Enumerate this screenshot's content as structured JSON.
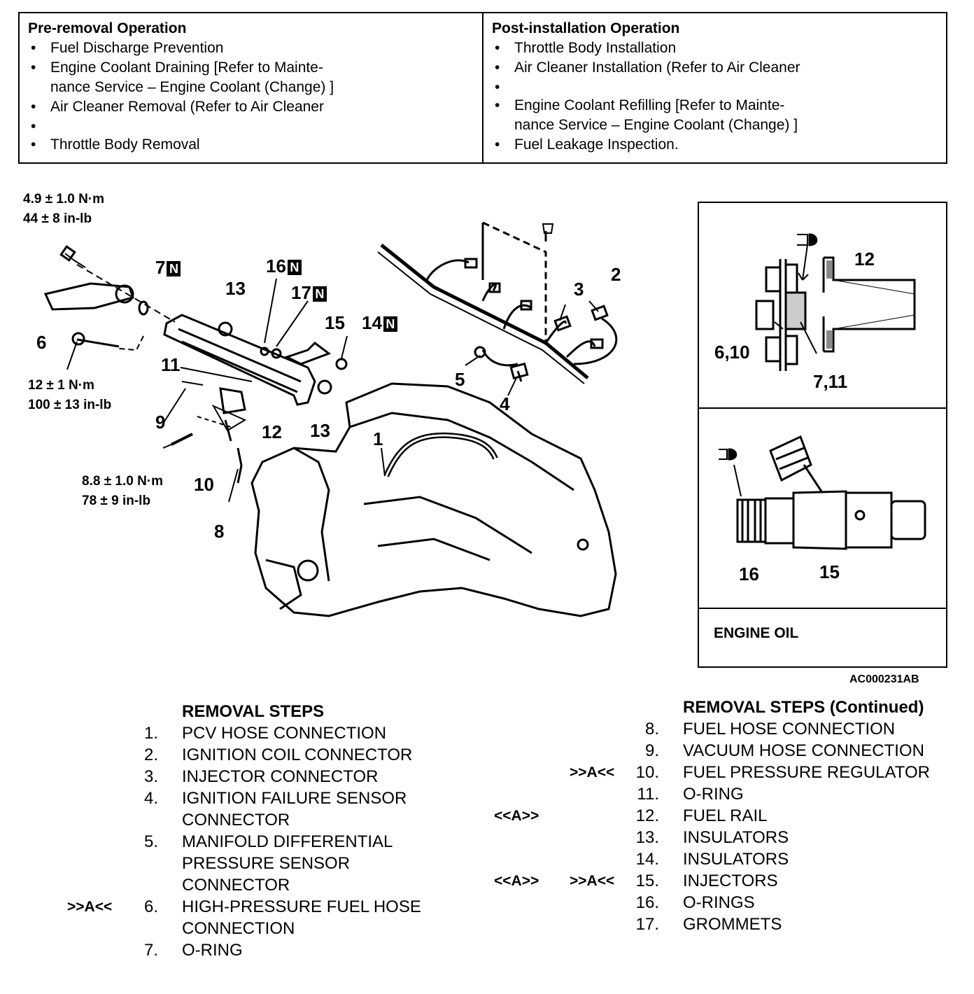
{
  "pre_removal": {
    "title": "Pre-removal Operation",
    "items": [
      "Fuel Discharge Prevention",
      "Engine Coolant Draining [Refer to Mainte-",
      "nance Service – Engine Coolant (Change) ]",
      "Air Cleaner Removal (Refer to  Air Cleaner",
      "Throttle Body Removal"
    ]
  },
  "post_installation": {
    "title": "Post-installation Operation",
    "items": [
      "Throttle Body Installation",
      "Air Cleaner Installation (Refer to Air Cleaner",
      "Engine Coolant Refilling [Refer to Mainte-",
      "nance Service – Engine Coolant (Change) ]",
      "Fuel Leakage Inspection."
    ]
  },
  "torques": {
    "t1": [
      "4.9 ± 1.0 N·m",
      "44 ± 8 in-lb"
    ],
    "t2": [
      "12 ± 1 N·m",
      "100 ± 13 in-lb"
    ],
    "t3": [
      "8.8 ± 1.0 N·m",
      "78 ± 9 in-lb"
    ]
  },
  "callouts": {
    "c1": "1",
    "c2": "2",
    "c3": "3",
    "c4": "4",
    "c5": "5",
    "c6": "6",
    "c7": "7",
    "c8": "8",
    "c9": "9",
    "c10": "10",
    "c11": "11",
    "c12": "12",
    "c13a": "13",
    "c13b": "13",
    "c14": "14",
    "c15": "15",
    "c16": "16",
    "c17": "17",
    "n_tag": "N"
  },
  "detail": {
    "top_labels": [
      "12",
      "6,10",
      "7,11"
    ],
    "bottom_labels": [
      "16",
      "15"
    ],
    "legend": "ENGINE OIL"
  },
  "figure_code": "AC000231AB",
  "removal_steps": {
    "title": "REMOVAL STEPS",
    "rows": [
      {
        "num": "1.",
        "text": "PCV HOSE CONNECTION",
        "mark": ""
      },
      {
        "num": "2.",
        "text": "IGNITION COIL CONNECTOR",
        "mark": ""
      },
      {
        "num": "3.",
        "text": "INJECTOR CONNECTOR",
        "mark": ""
      },
      {
        "num": "4.",
        "text": "IGNITION FAILURE SENSOR",
        "mark": ""
      },
      {
        "num": "",
        "text": "CONNECTOR",
        "mark": ""
      },
      {
        "num": "5.",
        "text": "MANIFOLD DIFFERENTIAL",
        "mark": ""
      },
      {
        "num": "",
        "text": "PRESSURE SENSOR",
        "mark": ""
      },
      {
        "num": "",
        "text": "CONNECTOR",
        "mark": ""
      },
      {
        "num": "6.",
        "text": "HIGH-PRESSURE FUEL HOSE",
        "mark": ">>A<<"
      },
      {
        "num": "",
        "text": "CONNECTION",
        "mark": ""
      },
      {
        "num": "7.",
        "text": "O-RING",
        "mark": ""
      }
    ]
  },
  "removal_steps_cont": {
    "title": "REMOVAL STEPS (Continued)",
    "rows": [
      {
        "num": "8.",
        "text": "FUEL HOSE CONNECTION",
        "mark1": "",
        "mark2": ""
      },
      {
        "num": "9.",
        "text": "VACUUM HOSE CONNECTION",
        "mark1": "",
        "mark2": ""
      },
      {
        "num": "10.",
        "text": "FUEL PRESSURE REGULATOR",
        "mark1": "",
        "mark2": ">>A<<"
      },
      {
        "num": "11.",
        "text": "O-RING",
        "mark1": "",
        "mark2": ""
      },
      {
        "num": "12.",
        "text": "FUEL RAIL",
        "mark1": "<<A>>",
        "mark2": ""
      },
      {
        "num": "13.",
        "text": "INSULATORS",
        "mark1": "",
        "mark2": ""
      },
      {
        "num": "14.",
        "text": "INSULATORS",
        "mark1": "",
        "mark2": ""
      },
      {
        "num": "15.",
        "text": "INJECTORS",
        "mark1": "<<A>>",
        "mark2": ">>A<<"
      },
      {
        "num": "16.",
        "text": "O-RINGS",
        "mark1": "",
        "mark2": ""
      },
      {
        "num": "17.",
        "text": "GROMMETS",
        "mark1": "",
        "mark2": ""
      }
    ]
  }
}
